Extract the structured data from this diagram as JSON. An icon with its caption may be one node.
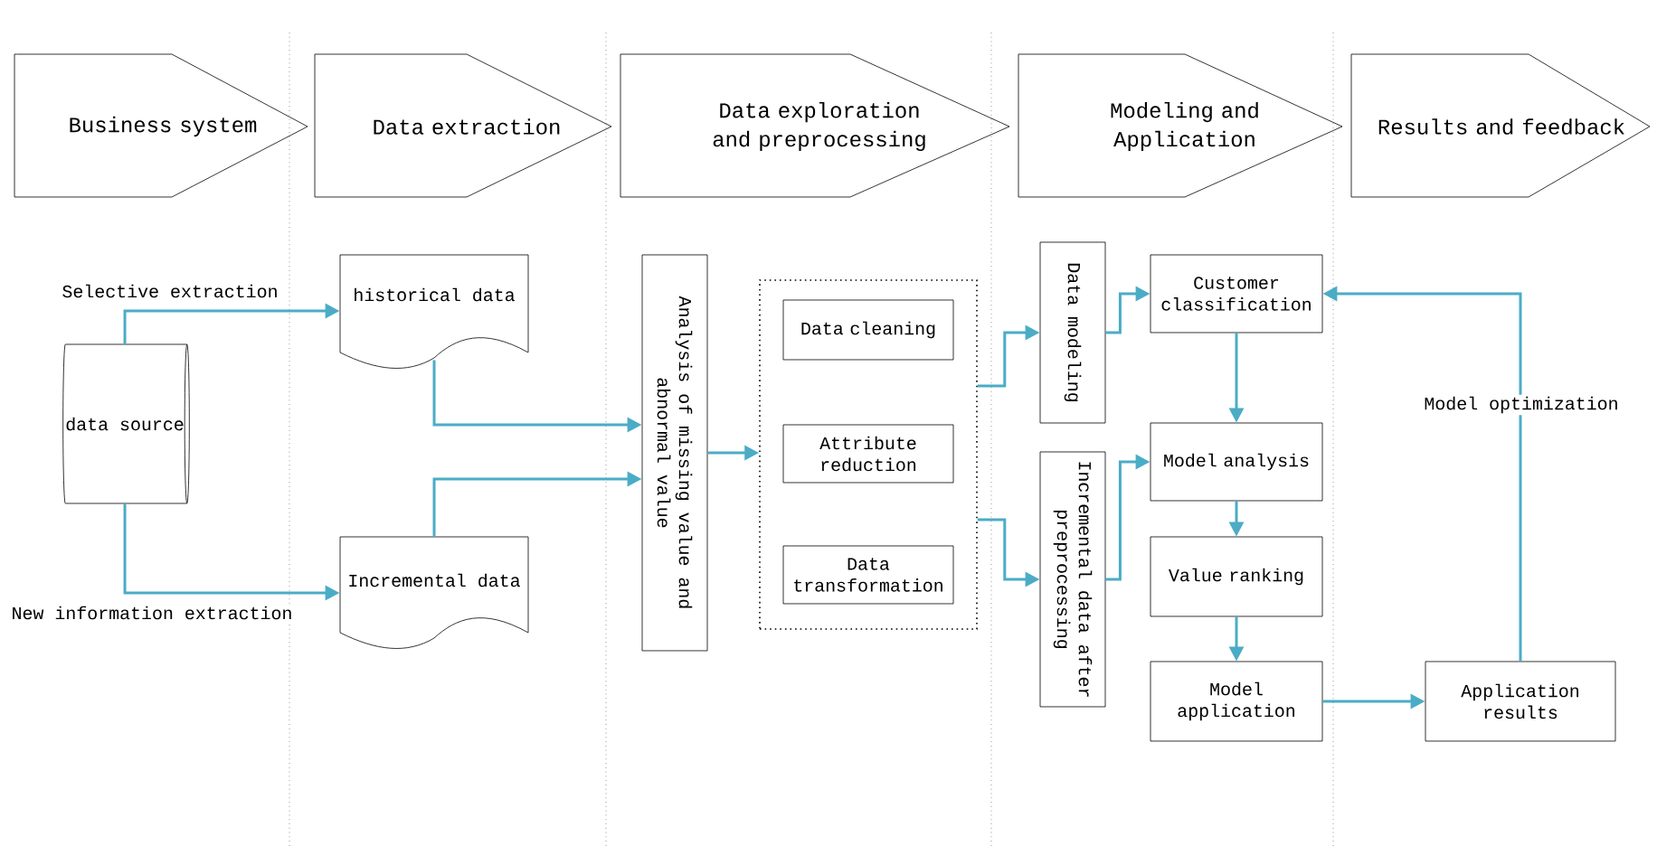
{
  "diagram": {
    "nodes": [
      {
        "text": [
          "Business system"
        ]
      },
      {
        "text": [
          "Data extraction"
        ]
      },
      {
        "text": [
          "Data exploration and preprocessing"
        ]
      },
      {
        "text": [
          "Modeling and Application"
        ]
      },
      {
        "text": [
          "Results and feedback"
        ]
      },
      {
        "text": [
          "data source"
        ]
      },
      {
        "text": [
          "historical data"
        ]
      },
      {
        "text": [
          "Incremental data"
        ]
      },
      {
        "text": [
          "Analysis of missing value and abnormal value"
        ]
      },
      {
        "text": [],
        "shape": "box"
      },
      {
        "text": [
          "Data cleaning"
        ],
        "in": 9
      },
      {
        "text": [
          "Attribute reduction"
        ],
        "in": 9
      },
      {
        "text": [
          "Data transformation"
        ],
        "in": 9
      },
      {
        "text": [
          "Data modeling"
        ]
      },
      {
        "text": [
          "Incremental data after preprocessing"
        ]
      },
      {
        "text": [
          "Customer classification"
        ]
      },
      {
        "text": [
          "Model analysis"
        ]
      },
      {
        "text": [
          "Value ranking"
        ]
      },
      {
        "text": [
          "Model application"
        ]
      },
      {
        "text": [
          "Application results"
        ]
      }
    ],
    "edges": [
      {
        "from": 5,
        "to": 6,
        "arrow": "to",
        "label": "Selective extraction"
      },
      {
        "from": 5,
        "to": 7,
        "arrow": "to",
        "label": "New information extraction"
      },
      {
        "from": 6,
        "to": 8,
        "arrow": "to"
      },
      {
        "from": 7,
        "to": 8,
        "arrow": "to"
      },
      {
        "from": 8,
        "to": 9,
        "arrow": "to"
      },
      {
        "from": 9,
        "to": 13,
        "arrow": "to"
      },
      {
        "from": 9,
        "to": 14,
        "arrow": "to"
      },
      {
        "from": 13,
        "to": 15,
        "arrow": "to"
      },
      {
        "from": 14,
        "to": 16,
        "arrow": "to"
      },
      {
        "from": 15,
        "to": 16,
        "arrow": "to"
      },
      {
        "from": 16,
        "to": 17,
        "arrow": "to"
      },
      {
        "from": 17,
        "to": 18,
        "arrow": "to"
      },
      {
        "from": 18,
        "to": 19,
        "arrow": "to"
      },
      {
        "from": 19,
        "to": 15,
        "arrow": "to",
        "label": "Model optimization"
      }
    ]
  }
}
